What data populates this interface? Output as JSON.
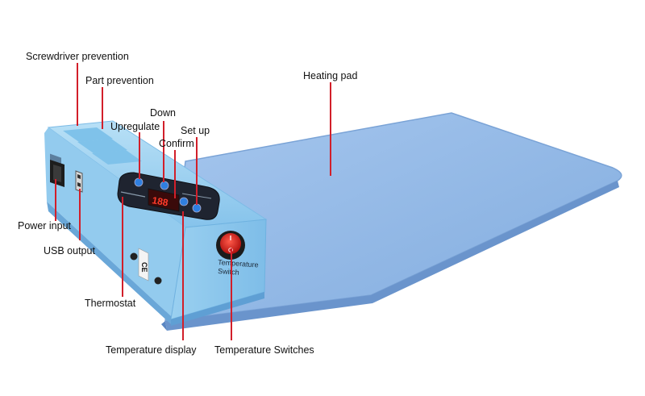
{
  "callouts": {
    "screwdriver_prevention": "Screwdriver prevention",
    "part_prevention": "Part prevention",
    "heating_pad": "Heating pad",
    "down": "Down",
    "upregulate": "Upregulate",
    "set_up": "Set up",
    "confirm": "Confirm",
    "power_input": "Power input",
    "usb_output": "USB output",
    "thermostat": "Thermostat",
    "temperature_display": "Temperature display",
    "temperature_switches": "Temperature Switches"
  },
  "device": {
    "switch_label_line1": "Temperature",
    "switch_label_line2": "Switch",
    "display_digits": "188",
    "ce_mark": "CE"
  },
  "colors": {
    "pad_top": "#8fb8e6",
    "pad_edge": "#6f9ad4",
    "body_top": "#a9d6f2",
    "body_front": "#8cc6ec",
    "panel": "#1f2430",
    "leader_line": "#d21f2a",
    "switch_red": "#e0201e"
  }
}
